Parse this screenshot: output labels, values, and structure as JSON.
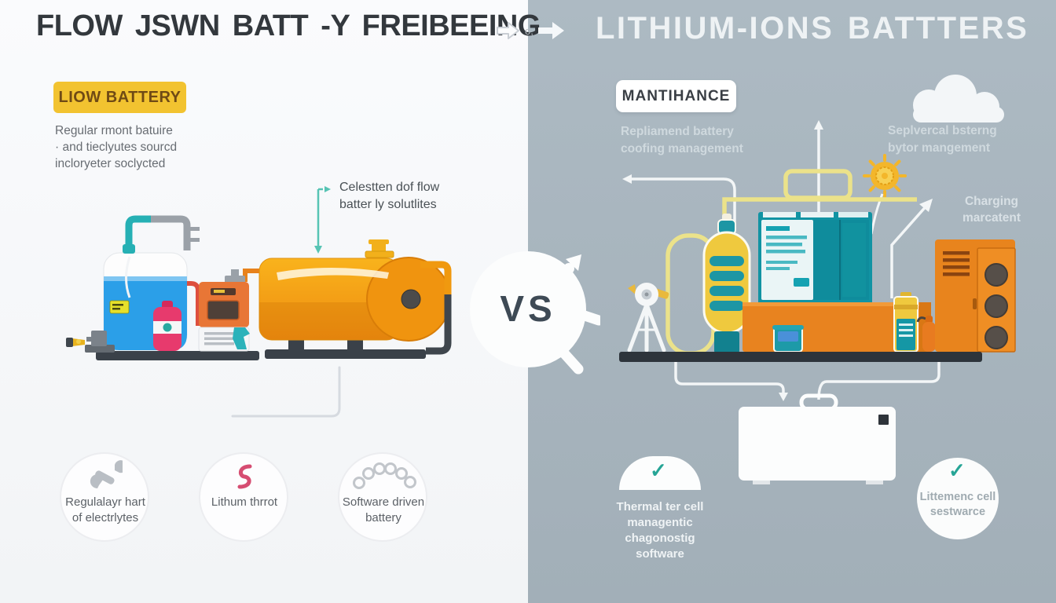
{
  "left": {
    "title": "FLOW JSWN BATT -Y FREIBEEING",
    "badge": "LIOW BATTERY",
    "description_lines": [
      "Regular rmont batuire",
      "· and tieclyutes sourcd",
      "incloryeter soclycted"
    ],
    "tank_label_lines": [
      "Celestten dof flow",
      "batter ly solutlites"
    ],
    "features": [
      {
        "icon": "wrench-icon",
        "lines": [
          "Regulalayr hart",
          "of electrlytes"
        ]
      },
      {
        "icon": "s-curve-icon",
        "lines": [
          "Lithum thrrot",
          ""
        ]
      },
      {
        "icon": "chain-icon",
        "lines": [
          "Software driven",
          "battery"
        ]
      }
    ]
  },
  "center": {
    "vs_label": "VS"
  },
  "right": {
    "title": "LITHIUM-IONS BATTTERS",
    "badge": "MANTIHANCE",
    "maintenance_lines": [
      "Repliamend battery",
      "coofing management"
    ],
    "monitoring_lines": [
      "Seplvercal bsterng",
      "bytor mangement"
    ],
    "charging_lines": [
      "Charging",
      "marcatent"
    ],
    "features": [
      {
        "icon": "check-icon",
        "lines": [
          "Thermal ter cell",
          "managentic",
          "chagonostig",
          "software"
        ]
      },
      {
        "icon": "check-icon",
        "lines": [
          "Littemenc cell",
          "sestwarce"
        ]
      }
    ]
  },
  "decor": {
    "small_text": "o,"
  },
  "icons": {
    "check": "✓"
  },
  "colors": {
    "left_background": "#f7f9fb",
    "right_background": "#a7b4bd",
    "flow_badge_background": "#f2c330",
    "flow_badge_text": "#6f4a15",
    "maintenance_badge_background": "#ffffff",
    "accent_teal": "#27a9a1",
    "accent_orange": "#e8821c",
    "accent_yellow": "#efc93e",
    "accent_pink": "#e73a6d",
    "accent_blue": "#2b9fe8",
    "platform_dark": "#2d343b",
    "check_teal": "#26a596"
  }
}
